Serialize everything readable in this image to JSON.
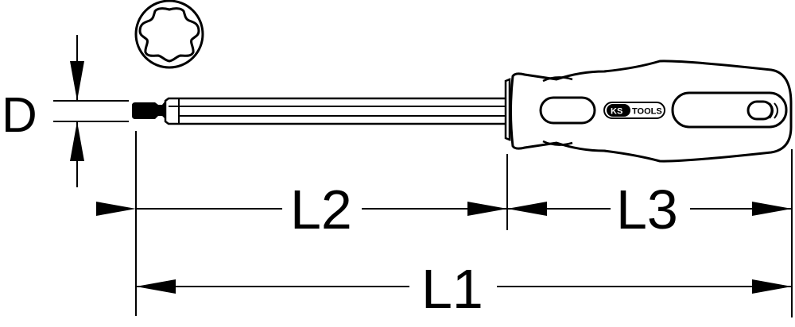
{
  "diagram": {
    "subject": "Torx screwdriver dimension drawing",
    "colors": {
      "line": "#000000",
      "background": "#ffffff"
    },
    "tip_profile_icon": "torx-star-icon",
    "brand_logo": {
      "text_ks": "KS",
      "text_tools": "TOOLS"
    },
    "dimensions": {
      "diameter": {
        "label": "D"
      },
      "blade_length": {
        "label": "L2"
      },
      "handle_length": {
        "label": "L3"
      },
      "overall_length": {
        "label": "L1"
      }
    }
  }
}
